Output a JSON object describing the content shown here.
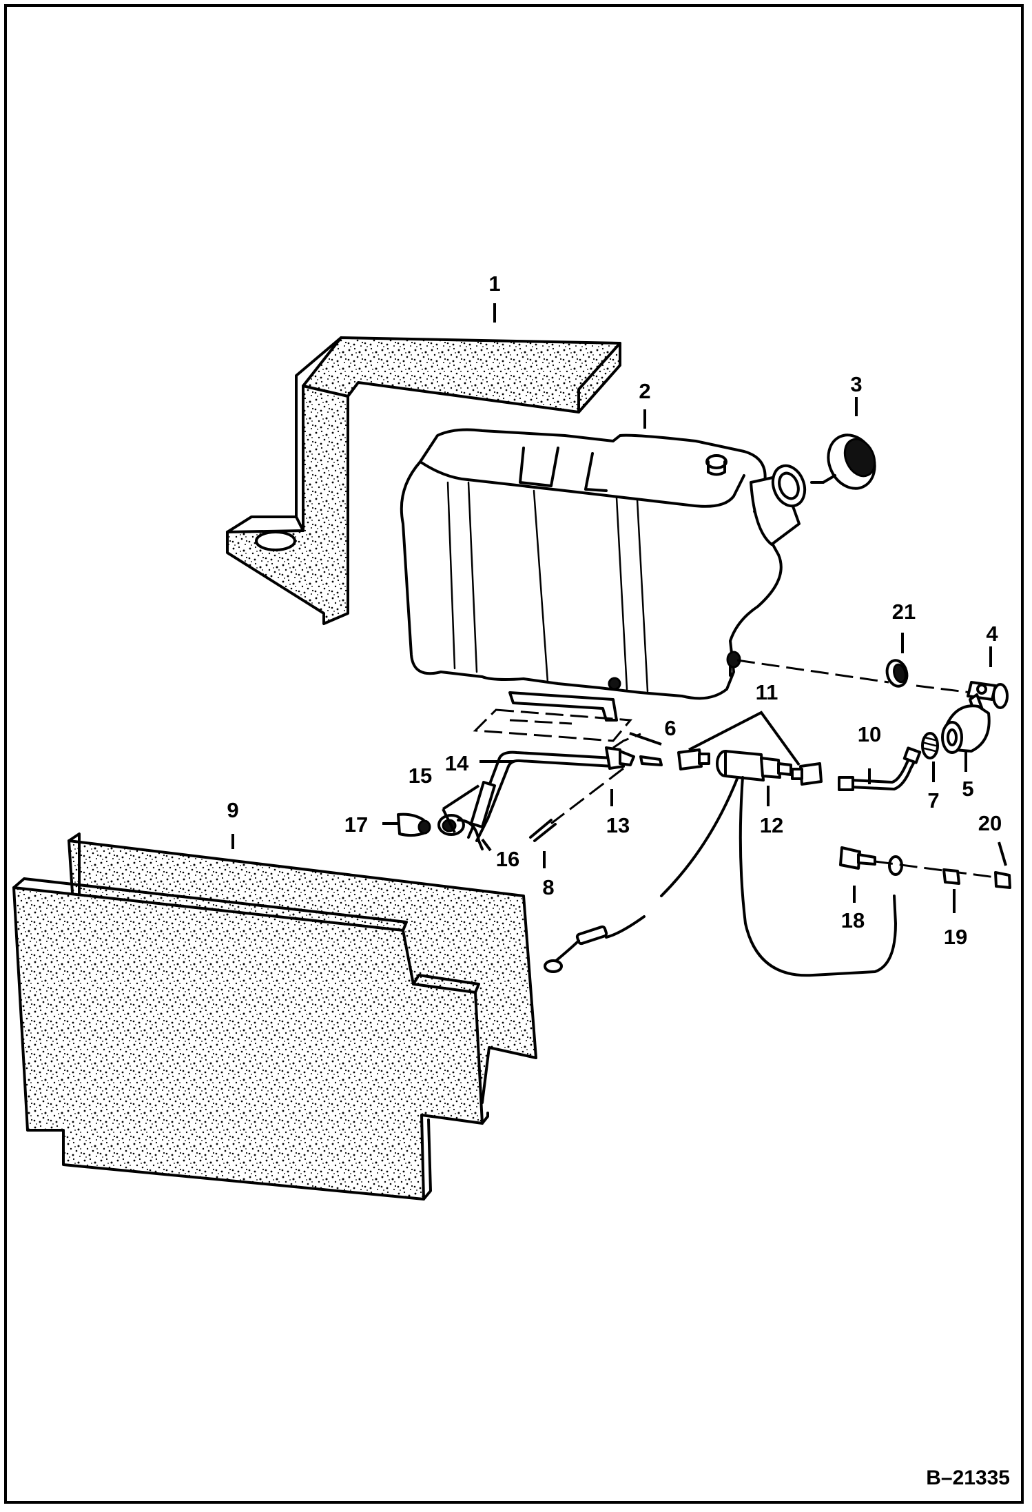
{
  "diagram": {
    "callouts": [
      "1",
      "2",
      "3",
      "4",
      "5",
      "6",
      "7",
      "8",
      "9",
      "10",
      "11",
      "12",
      "13",
      "14",
      "15",
      "16",
      "17",
      "18",
      "19",
      "20",
      "21"
    ],
    "drawing_number": "B–21335"
  }
}
